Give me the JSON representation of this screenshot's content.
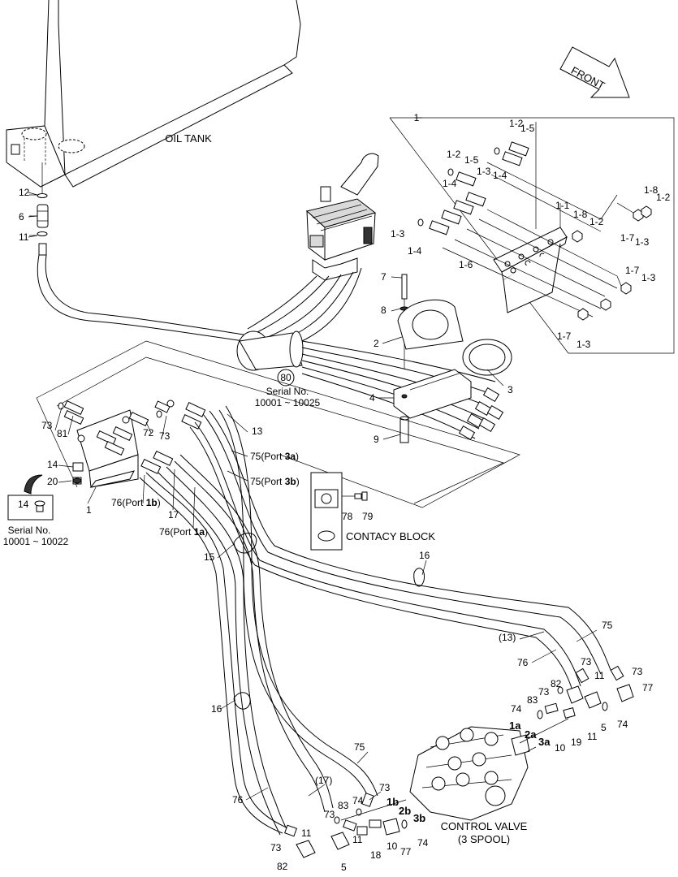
{
  "labels": {
    "oil_tank": "OIL TANK",
    "front": "FRONT",
    "contact_block": "CONTACY BLOCK",
    "control_valve_1": "CONTROL VALVE",
    "control_valve_2": "(3 SPOOL)",
    "serial_80_title": "Serial No.",
    "serial_80_range": "10001 ~ 10025",
    "serial_14_title": "Serial No.",
    "serial_14_range": "10001 ~ 10022"
  },
  "callouts": {
    "c1_top": "1",
    "c1_left": "1",
    "c1_1": "1-1",
    "c1_2a": "1-2",
    "c1_2b": "1-2",
    "c1_2c": "1-2",
    "c1_2d": "1-2",
    "c1_3a": "1-3",
    "c1_3b": "1-3",
    "c1_3c": "1-3",
    "c1_3d": "1-3",
    "c1_3e": "1-3",
    "c1_4a": "1-4",
    "c1_4b": "1-4",
    "c1_4c": "1-4",
    "c1_5a": "1-5",
    "c1_5b": "1-5",
    "c1_6": "1-6",
    "c1_7a": "1-7",
    "c1_7b": "1-7",
    "c1_7c": "1-7",
    "c1_8a": "1-8",
    "c1_8b": "1-8",
    "c2": "2",
    "c3": "3",
    "c4": "4",
    "c5a": "5",
    "c5b": "5",
    "c6": "6",
    "c7": "7",
    "c8": "8",
    "c9": "9",
    "c10a": "10",
    "c10b": "10",
    "c11a": "11",
    "c11b": "11",
    "c11c": "11",
    "c11d": "11",
    "c11e": "11",
    "c12": "12",
    "c13": "13",
    "c13p": "(13)",
    "c14a": "14",
    "c14b": "14",
    "c15": "15",
    "c16a": "16",
    "c16b": "16",
    "c17": "17",
    "c17p": "(17)",
    "c18": "18",
    "c19": "19",
    "c20": "20",
    "c72": "72",
    "c73a": "73",
    "c73b": "73",
    "c73c": "73",
    "c73d": "73",
    "c73e": "73",
    "c73f": "73",
    "c73g": "73",
    "c73h": "73",
    "c74a": "74",
    "c74b": "74",
    "c74c": "74",
    "c74d": "74",
    "c75a": "75",
    "c75b": "75",
    "c75p3a_num": "75(Port ",
    "c75p3a_port": "3a",
    "c75p3a_end": ")",
    "c75p3b_num": "75(Port ",
    "c75p3b_port": "3b",
    "c75p3b_end": ")",
    "c76a": "76",
    "c76b": "76",
    "c76p1b_num": "76(Port ",
    "c76p1b_port": "1b",
    "c76p1b_end": ")",
    "c76p1a_num": "76(Port ",
    "c76p1a_port": "1a",
    "c76p1a_end": ")",
    "c77a": "77",
    "c77b": "77",
    "c78": "78",
    "c79": "79",
    "c80": "80",
    "c81": "81",
    "c82a": "82",
    "c82b": "82",
    "c83a": "83",
    "c83b": "83",
    "p1a": "1a",
    "p2a": "2a",
    "p3a": "3a",
    "p1b": "1b",
    "p2b": "2b",
    "p3b": "3b"
  }
}
